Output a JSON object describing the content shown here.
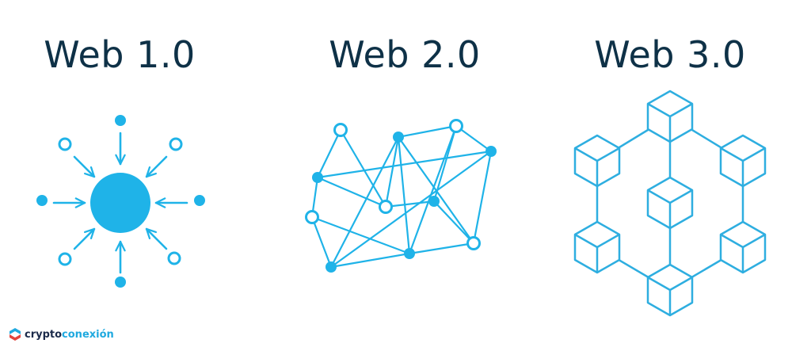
{
  "panels": [
    {
      "title": "Web 1.0"
    },
    {
      "title": "Web 2.0"
    },
    {
      "title": "Web 3.0"
    }
  ],
  "brand": {
    "part1": "crypto",
    "part2": "conexión",
    "colors": {
      "dark": "#1b2a4a",
      "accent": "#1fa9df"
    }
  },
  "colors": {
    "primary": "#1fb3e8",
    "heading": "#0e3147",
    "cube": "#2eaee0"
  }
}
